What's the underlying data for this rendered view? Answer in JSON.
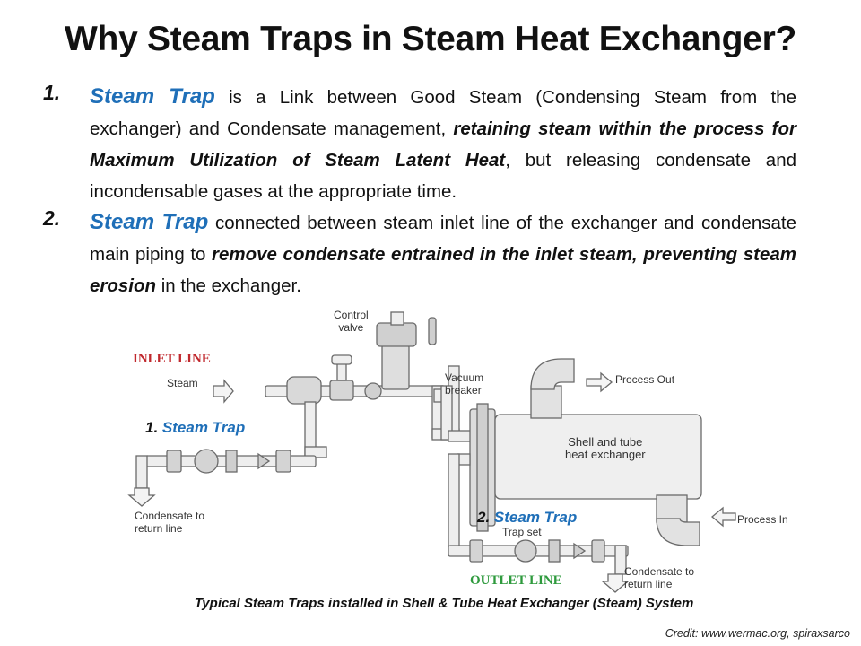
{
  "title": "Why Steam Traps in Steam Heat Exchanger?",
  "points": [
    {
      "number": "1.",
      "lead": "Steam Trap",
      "text_a": " is a Link between Good Steam (Condensing Steam from the exchanger) and Condensate management, ",
      "emphasis": "retaining steam within the process for Maximum Utilization of Steam Latent Heat",
      "text_b": ", but releasing condensate and incondensable gases at the appropriate time."
    },
    {
      "number": "2.",
      "lead": "Steam Trap",
      "text_a": " connected between steam inlet line of the exchanger and condensate main piping to ",
      "emphasis": "remove condensate entrained in the inlet steam, preventing steam erosion",
      "text_b": " in the exchanger."
    }
  ],
  "diagram": {
    "inlet_line": "INLET LINE",
    "outlet_line": "OUTLET LINE",
    "steam": "Steam",
    "control_valve": "Control\nvalve",
    "vacuum_breaker": "Vacuum\nbreaker",
    "process_out": "Process Out",
    "process_in": "Process In",
    "heat_exchanger": "Shell and tube\nheat exchanger",
    "trap_set": "Trap set",
    "condensate_left": "Condensate to\nreturn line",
    "condensate_right": "Condensate to\nreturn line",
    "trap1_num": "1.",
    "trap1_label": "Steam Trap",
    "trap2_num": "2.",
    "trap2_label": "Steam Trap"
  },
  "caption": "Typical Steam Traps installed in Shell & Tube Heat Exchanger (Steam) System",
  "credit": "Credit: www.wermac.org,  spiraxsarco",
  "colors": {
    "lead_blue": "#1f6fb8",
    "inlet_red": "#c0282d",
    "outlet_green": "#2e9a3d"
  }
}
